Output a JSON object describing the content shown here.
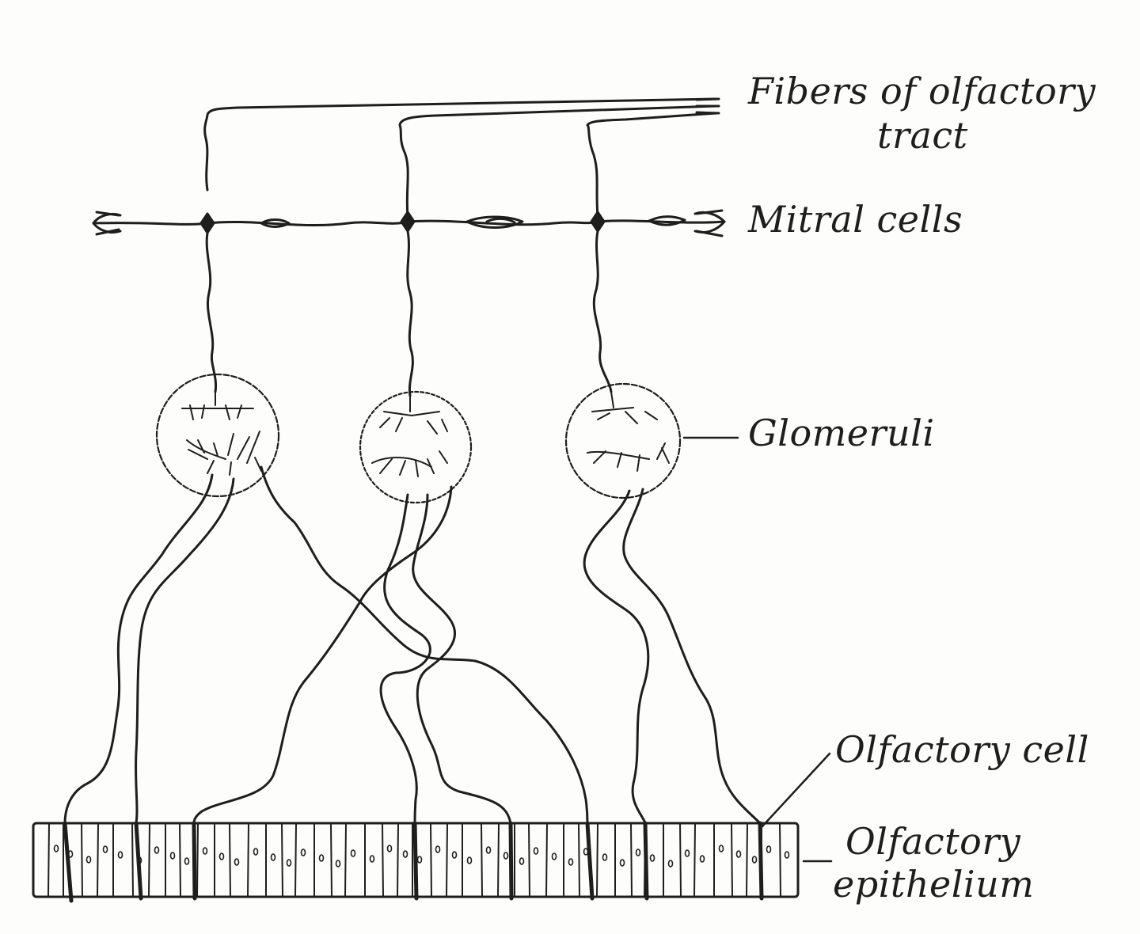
{
  "labels": {
    "fibers_line1": "Fibers of olfactory",
    "fibers_line2": "tract",
    "mitral": "Mitral cells",
    "glomeruli": "Glomeruli",
    "olfactory_cell": "Olfactory cell",
    "epithelium_line1": "Olfactory",
    "epithelium_line2": "epithelium"
  },
  "colors": {
    "ink": "#1e1e1e",
    "paper": "#fdfdfc"
  }
}
